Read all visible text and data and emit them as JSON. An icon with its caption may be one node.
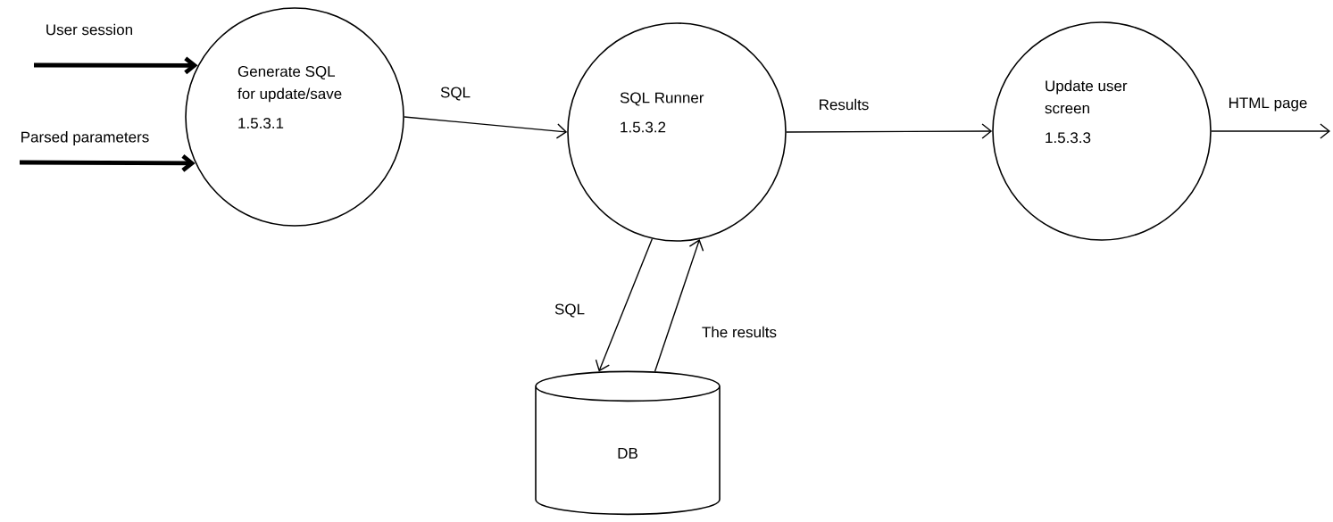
{
  "diagram": {
    "nodes": [
      {
        "text": [
          "Generate SQL for update/save",
          "1.5.3.1"
        ]
      },
      {
        "text": [
          "SQL Runner",
          "1.5.3.2"
        ]
      },
      {
        "text": [
          "Update user screen",
          "1.5.3.3"
        ]
      },
      {
        "text": [
          "DB"
        ]
      }
    ],
    "edges": [
      {
        "from": null,
        "to": 0,
        "arrow": "to",
        "label": "User session",
        "style": "thick"
      },
      {
        "from": null,
        "to": 0,
        "arrow": "to",
        "label": "Parsed parameters",
        "style": "thick"
      },
      {
        "from": 0,
        "to": 1,
        "arrow": "to",
        "label": "SQL"
      },
      {
        "from": 1,
        "to": 2,
        "arrow": "to",
        "label": "Results"
      },
      {
        "from": 2,
        "to": null,
        "arrow": "to",
        "label": "HTML page"
      },
      {
        "from": 1,
        "to": 3,
        "arrow": "to",
        "label": "SQL"
      },
      {
        "from": 3,
        "to": 1,
        "arrow": "to",
        "label": "The results"
      }
    ]
  }
}
